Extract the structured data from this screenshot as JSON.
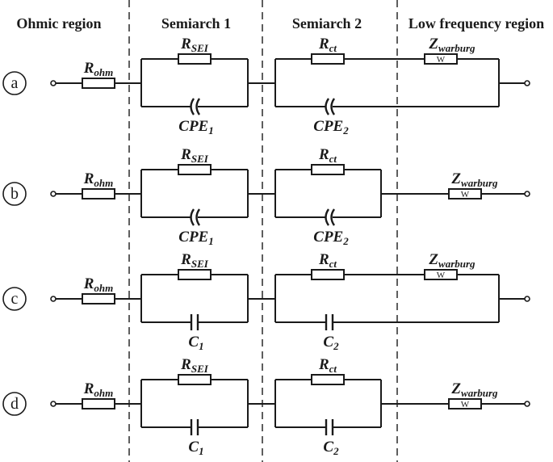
{
  "headers": [
    "Ohmic region",
    "Semiarch 1",
    "Semiarch 2",
    "Low frequency region"
  ],
  "rows": [
    {
      "id": "a",
      "ohm": {
        "base": "R",
        "sub": "ohm"
      },
      "semi1": {
        "top": {
          "base": "R",
          "sub": "SEI"
        },
        "bottom": {
          "base": "CPE",
          "sub": "1"
        },
        "bottom_type": "cpe"
      },
      "semi2": {
        "top": {
          "base": "R",
          "sub": "ct"
        },
        "bottom": {
          "base": "CPE",
          "sub": "2"
        },
        "bottom_type": "cpe"
      },
      "warburg": {
        "base": "Z",
        "sub": "warburg",
        "symbol": "W",
        "placement": "in-series-with-Rct"
      }
    },
    {
      "id": "b",
      "ohm": {
        "base": "R",
        "sub": "ohm"
      },
      "semi1": {
        "top": {
          "base": "R",
          "sub": "SEI"
        },
        "bottom": {
          "base": "CPE",
          "sub": "1"
        },
        "bottom_type": "cpe"
      },
      "semi2": {
        "top": {
          "base": "R",
          "sub": "ct"
        },
        "bottom": {
          "base": "CPE",
          "sub": "2"
        },
        "bottom_type": "cpe"
      },
      "warburg": {
        "base": "Z",
        "sub": "warburg",
        "symbol": "W",
        "placement": "series-after"
      }
    },
    {
      "id": "c",
      "ohm": {
        "base": "R",
        "sub": "ohm"
      },
      "semi1": {
        "top": {
          "base": "R",
          "sub": "SEI"
        },
        "bottom": {
          "base": "C",
          "sub": "1"
        },
        "bottom_type": "cap"
      },
      "semi2": {
        "top": {
          "base": "R",
          "sub": "ct"
        },
        "bottom": {
          "base": "C",
          "sub": "2"
        },
        "bottom_type": "cap"
      },
      "warburg": {
        "base": "Z",
        "sub": "warburg",
        "symbol": "W",
        "placement": "in-series-with-Rct"
      }
    },
    {
      "id": "d",
      "ohm": {
        "base": "R",
        "sub": "ohm"
      },
      "semi1": {
        "top": {
          "base": "R",
          "sub": "SEI"
        },
        "bottom": {
          "base": "C",
          "sub": "1"
        },
        "bottom_type": "cap"
      },
      "semi2": {
        "top": {
          "base": "R",
          "sub": "ct"
        },
        "bottom": {
          "base": "C",
          "sub": "2"
        },
        "bottom_type": "cap"
      },
      "warburg": {
        "base": "Z",
        "sub": "warburg",
        "symbol": "W",
        "placement": "series-after"
      }
    }
  ]
}
